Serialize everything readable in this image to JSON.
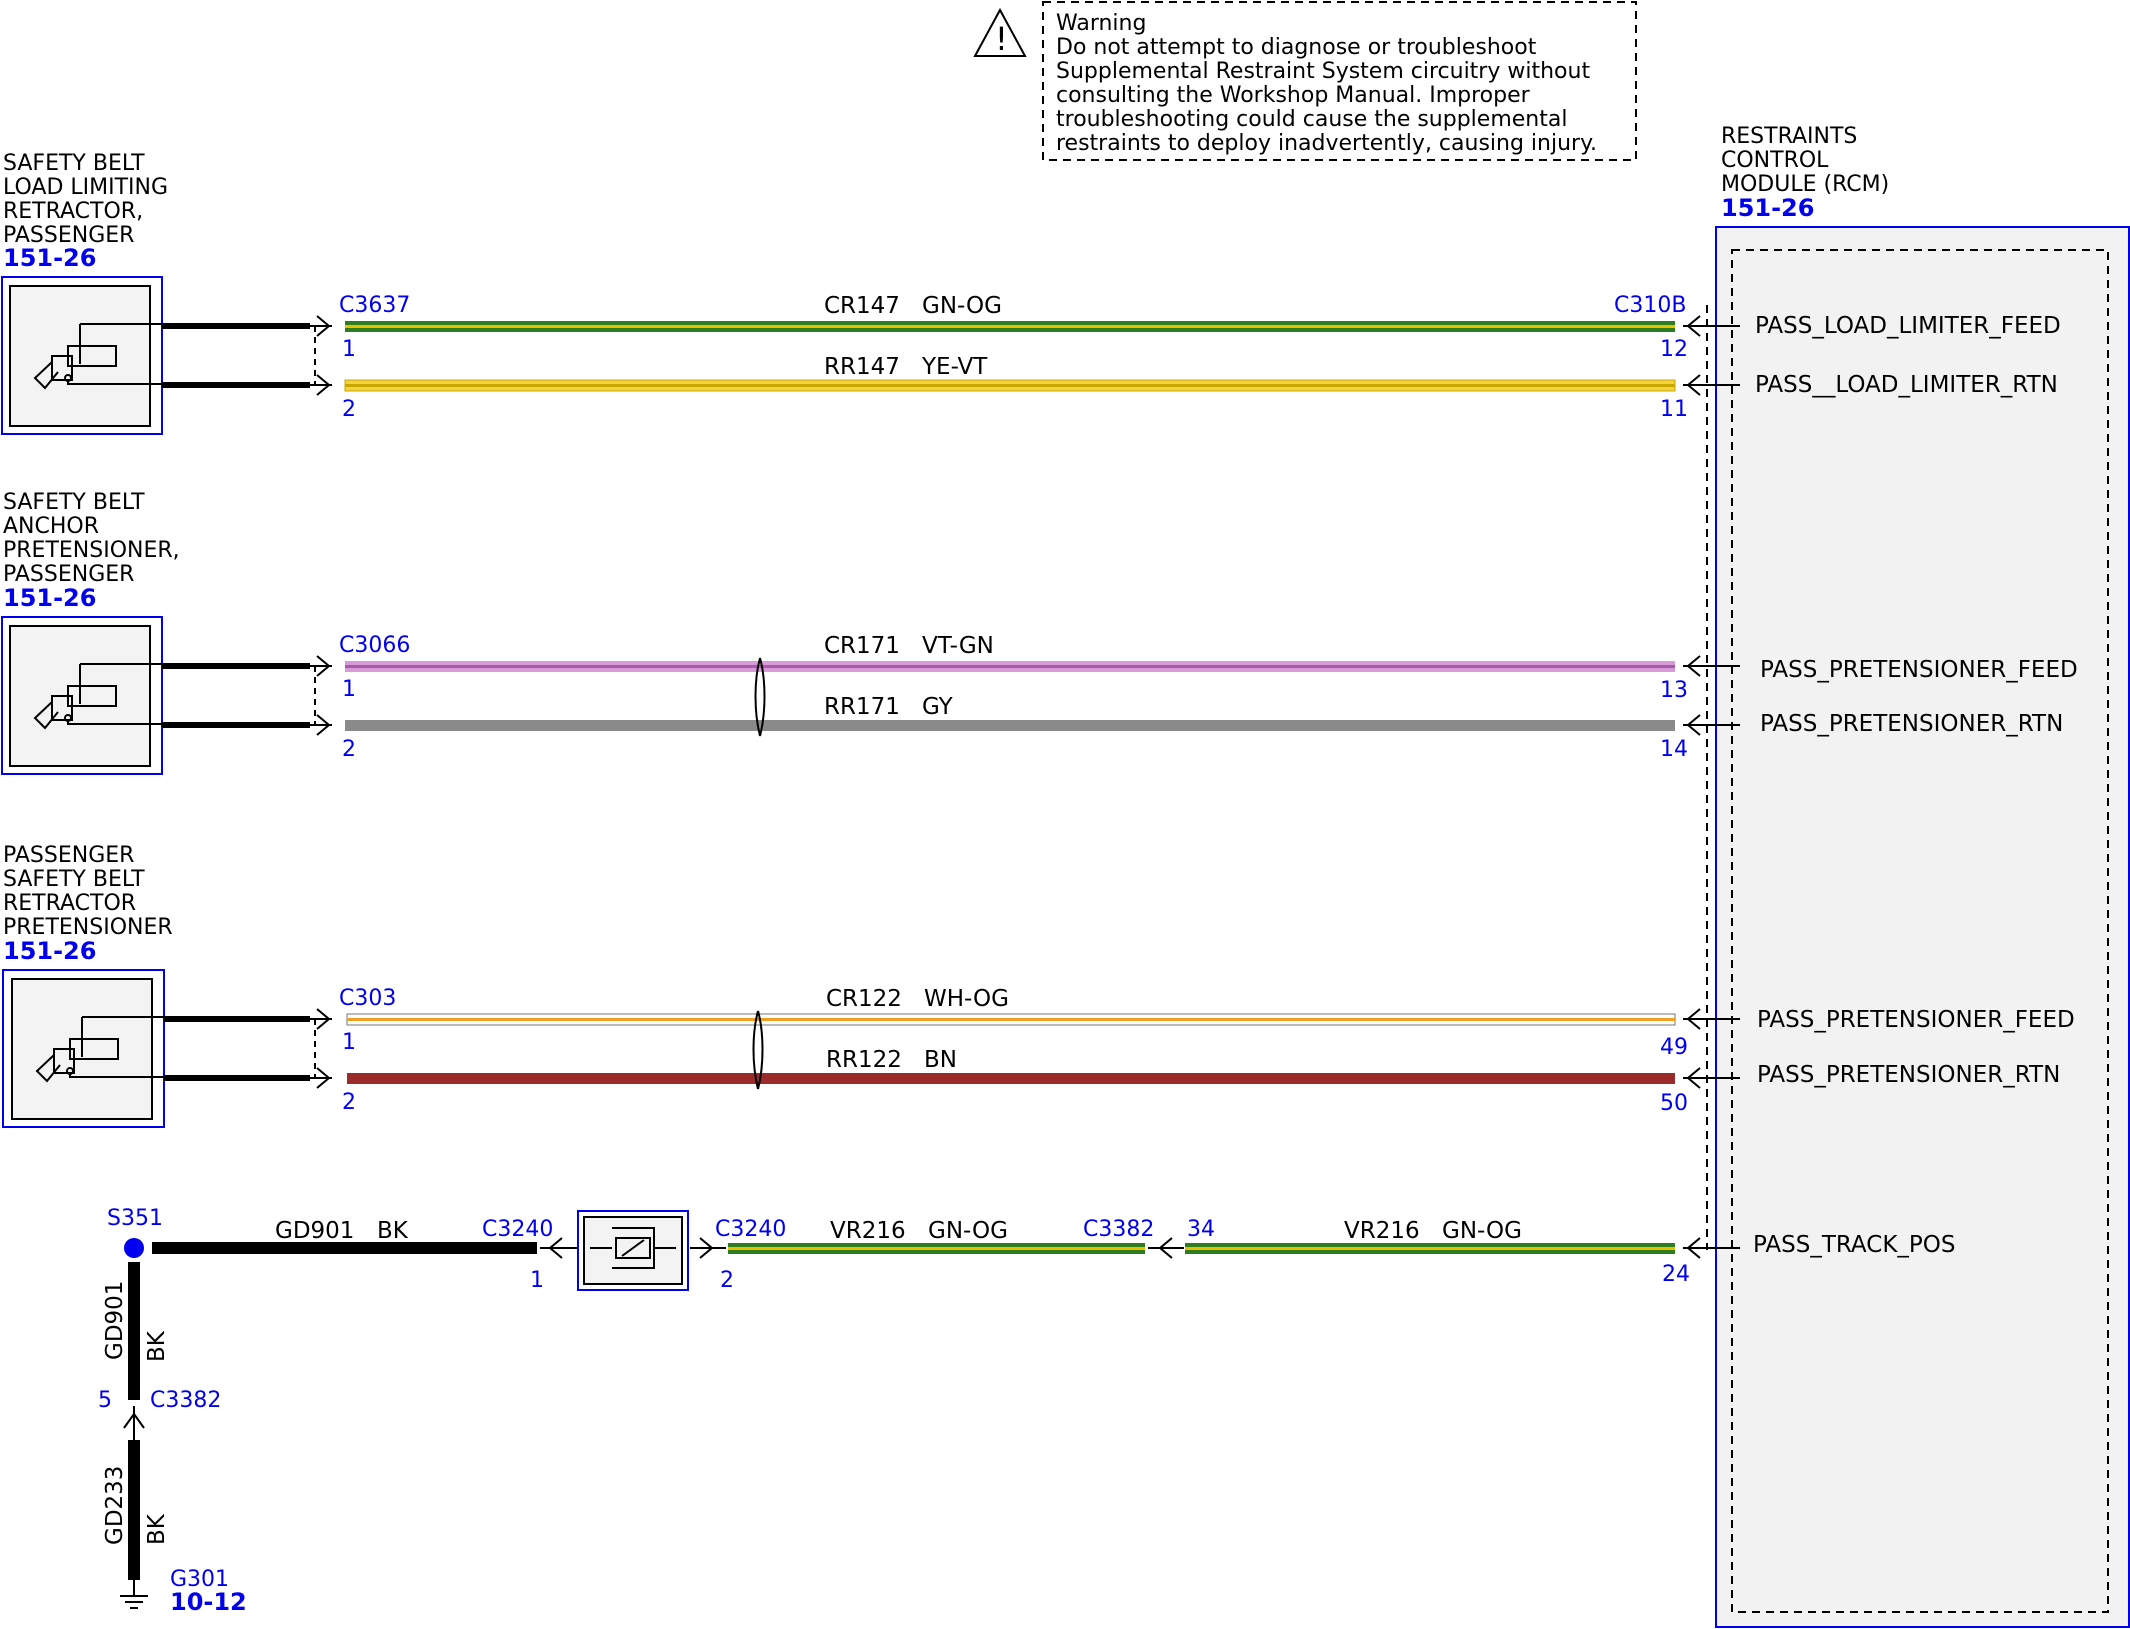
{
  "warning": {
    "title": "Warning",
    "lines": [
      "Do not attempt to diagnose or troubleshoot",
      "Supplemental Restraint System circuitry without",
      "consulting the Workshop Manual. Improper",
      "troubleshooting could cause the supplemental",
      "restraints to deploy inadvertently, causing injury."
    ]
  },
  "rcm": {
    "title_lines": [
      "RESTRAINTS",
      "CONTROL",
      "MODULE (RCM)"
    ],
    "ref": "151-26",
    "connector": "C310B",
    "signals": [
      "PASS_LOAD_LIMITER_FEED",
      "PASS__LOAD_LIMITER_RTN",
      "PASS_PRETENSIONER_FEED",
      "PASS_PRETENSIONER_RTN",
      "PASS_PRETENSIONER_FEED",
      "PASS_PRETENSIONER_RTN",
      "PASS_TRACK_POS"
    ]
  },
  "components": [
    {
      "title_lines": [
        "SAFETY BELT",
        "LOAD LIMITING",
        "RETRACTOR,",
        "PASSENGER"
      ],
      "ref": "151-26",
      "connector": "C3637",
      "circuits": [
        {
          "pin": "1",
          "circuit": "CR147",
          "color": "GN-OG",
          "rcm_pin": "12"
        },
        {
          "pin": "2",
          "circuit": "RR147",
          "color": "YE-VT",
          "rcm_pin": "11"
        }
      ]
    },
    {
      "title_lines": [
        "SAFETY BELT",
        "ANCHOR",
        "PRETENSIONER,",
        "PASSENGER"
      ],
      "ref": "151-26",
      "connector": "C3066",
      "circuits": [
        {
          "pin": "1",
          "circuit": "CR171",
          "color": "VT-GN",
          "rcm_pin": "13"
        },
        {
          "pin": "2",
          "circuit": "RR171",
          "color": "GY",
          "rcm_pin": "14"
        }
      ]
    },
    {
      "title_lines": [
        "PASSENGER",
        "SAFETY BELT",
        "RETRACTOR",
        "PRETENSIONER"
      ],
      "ref": "151-26",
      "connector": "C303",
      "circuits": [
        {
          "pin": "1",
          "circuit": "CR122",
          "color": "WH-OG",
          "rcm_pin": "49"
        },
        {
          "pin": "2",
          "circuit": "RR122",
          "color": "BN",
          "rcm_pin": "50"
        }
      ]
    }
  ],
  "track": {
    "splice": "S351",
    "ground_wire": {
      "circuit": "GD901",
      "color": "BK"
    },
    "sensor_connector": "C3240",
    "sensor_pin_in": "1",
    "sensor_pin_out": "2",
    "wire_a": {
      "circuit": "VR216",
      "color": "GN-OG"
    },
    "inline_connector": "C3382",
    "inline_pin": "34",
    "wire_b": {
      "circuit": "VR216",
      "color": "GN-OG"
    },
    "rcm_pin": "24",
    "vertical_upper": {
      "circuit": "GD901",
      "color": "BK"
    },
    "vertical_connector": "C3382",
    "vertical_pin": "5",
    "vertical_lower": {
      "circuit": "GD233",
      "color": "BK"
    },
    "ground_point": "G301",
    "ground_ref": "10-12"
  },
  "wire_colors": {
    "GN-OG": {
      "base": "#2e7d1e",
      "stripe": "#e8c000"
    },
    "YE-VT": {
      "base": "#f2d43c",
      "stripe": "#c8a800"
    },
    "VT-GN": {
      "base": "#d89ad8",
      "stripe": "#a85aa8"
    },
    "GY": {
      "base": "#8a8a8a",
      "stripe": "#6e6e6e"
    },
    "WH-OG": {
      "base": "#ffffff",
      "stripe": "#f0a020"
    },
    "BN": {
      "base": "#9b2a2a",
      "stripe": "#7a1e1e"
    },
    "BK": {
      "base": "#000000",
      "stripe": "#000000"
    }
  },
  "accent": "#0000ee"
}
